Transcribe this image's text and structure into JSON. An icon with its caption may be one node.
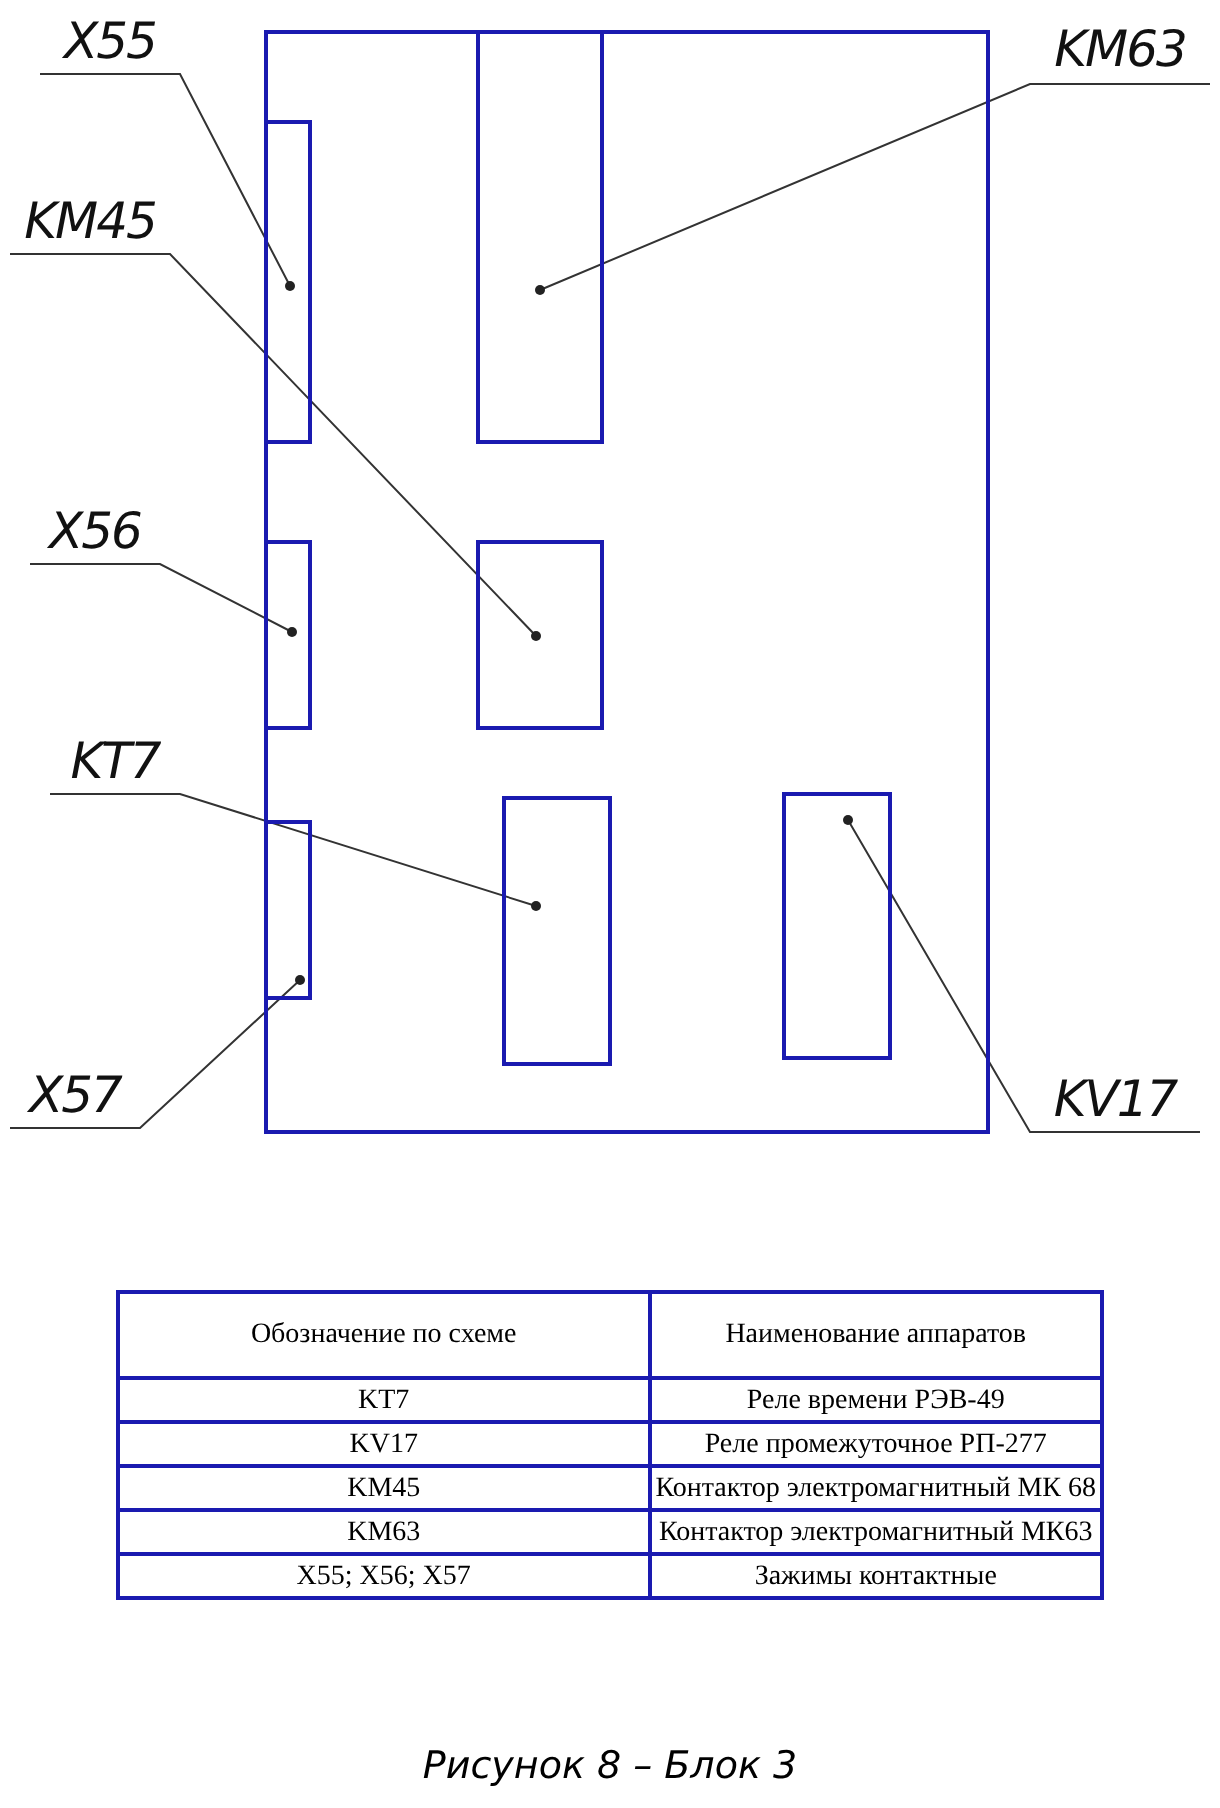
{
  "diagram": {
    "caption": "Рисунок 8 – Блок 3",
    "nodes": [
      {
        "text": [],
        "shape": "box"
      },
      {
        "text": [],
        "shape": "box",
        "in": 0
      },
      {
        "text": [],
        "shape": "box",
        "in": 0
      },
      {
        "text": [],
        "shape": "box",
        "in": 0
      },
      {
        "text": [],
        "shape": "box",
        "in": 0
      },
      {
        "text": [],
        "shape": "box",
        "in": 0
      },
      {
        "text": [],
        "shape": "box",
        "in": 0
      },
      {
        "text": [],
        "shape": "box",
        "in": 0
      },
      {
        "text": [
          "X55"
        ]
      },
      {
        "text": [
          "KM63"
        ]
      },
      {
        "text": [
          "KM45"
        ]
      },
      {
        "text": [
          "X56"
        ]
      },
      {
        "text": [
          "KT7"
        ]
      },
      {
        "text": [
          "X57"
        ]
      },
      {
        "text": [
          "KV17"
        ]
      }
    ],
    "edges": [
      {
        "from": 8,
        "to": 1,
        "arrow": "other"
      },
      {
        "from": 9,
        "to": 2,
        "arrow": "other"
      },
      {
        "from": 10,
        "to": 4,
        "arrow": "other"
      },
      {
        "from": 11,
        "to": 3,
        "arrow": "other"
      },
      {
        "from": 12,
        "to": 6,
        "arrow": "other"
      },
      {
        "from": 13,
        "to": 5,
        "arrow": "other"
      },
      {
        "from": 14,
        "to": 7,
        "arrow": "other"
      }
    ],
    "labels": [
      "Обозначение по схеме",
      "Наименование аппаратов",
      "KT7",
      "Реле времени РЭВ-49",
      "KV17",
      "Реле промежуточное РП-277",
      "KM45",
      "Контактор электромагнитный МК 68",
      "KM63",
      "Контактор электромагнитный МК63",
      "X55; X56; X57",
      "Зажимы контактные"
    ]
  }
}
